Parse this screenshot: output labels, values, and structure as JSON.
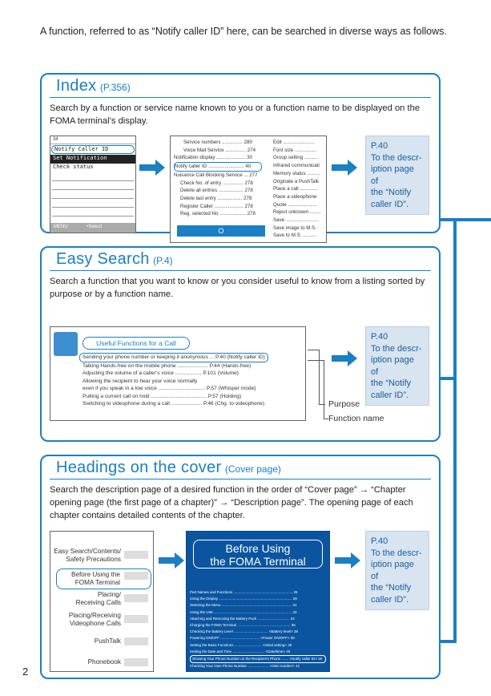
{
  "intro": "A function, referred to as “Notify caller ID” here, can be searched in diverse ways as follows.",
  "index": {
    "title": "Index",
    "page_ref": "(P.356)",
    "description": "Search by a function or service name known to you or a function name to be displayed on the FOMA terminal’s display.",
    "phone": {
      "status": "34",
      "lines": [
        "Notify Caller ID",
        "Set Notification",
        "Check status"
      ],
      "footer_left": "MENU",
      "footer_center": "•Select"
    },
    "list_left": [
      "Service numbers ............... 280",
      "Voice Mail Service ............... 274",
      "Notification display ..................... 30",
      "Notify caller ID .......................... 40",
      "Nuisance Call Blocking Service ... 277",
      "Check No. of entry ............... 278",
      "Delete all entries .................. 278",
      "Delete last entry .................. 278",
      "Register Caller ..................... 278",
      "Reg. selected No ................... 278"
    ],
    "list_right": [
      "Edit .......................",
      "Font size ................",
      "Group setting ..........",
      "Infrared communicati",
      "Memory status .........",
      "Originate a PushTalk",
      "Place a call .............",
      "Place a videophone",
      "Quote .....................",
      "Reject unknown ........",
      "Save ........................",
      "Save image to M.S.",
      "Save to M.S. .........."
    ],
    "ok": "O",
    "ref": [
      "P.40",
      "To the descr-",
      "iption page of",
      "the “Notify",
      "caller ID”."
    ]
  },
  "easy": {
    "title": "Easy Search",
    "page_ref": "(P.4)",
    "description": "Search a function that you want to know or you consider useful to know from a listing sorted by purpose or by a function name.",
    "panel_title": "Useful Functions for a Call",
    "rows": [
      "Sending your phone number or keeping it anonymous ... P.40 (Notify caller ID)",
      "Talking Hands-free on the mobile phone ..................... P.44 (Hands-free)",
      "Adjusting the volume of a caller’s voice .................. P.101 (Volume)",
      "Allowing the recipient to hear your voice normally",
      "even if you speak in a low voice ................................ P.57 (Whisper mode)",
      "Putting a current call on hold ...................................... P.57 (Holding)",
      "Switching to videophone during a call ..................... P.46 (Chg. to videophone)"
    ],
    "label_purpose": "Purpose",
    "label_function": "Function name",
    "ref": [
      "P.40",
      "To the descr-",
      "iption page of",
      "the “Notify",
      "caller ID”."
    ]
  },
  "cover": {
    "title": "Headings on the cover",
    "page_ref": "(Cover page)",
    "description": "Search the description page of a desired function in the order of “Cover page” → “Chapter opening page (the first page of a chapter)” → “Description page”. The opening page of each chapter contains detailed contents of the chapter.",
    "contents": [
      [
        "Easy Search/Contents/",
        "Safety Precautions"
      ],
      [
        "Before Using the",
        "FOMA Terminal"
      ],
      [
        "Placing/",
        "Receiving Calls"
      ],
      [
        "Placing/Receiving",
        "Videophone Calls"
      ],
      [
        "PushTalk"
      ],
      [
        "Phonebook"
      ]
    ],
    "chapter_title": [
      "Before Using",
      "the FOMA Terminal"
    ],
    "toc": [
      "Part Names and Functions ........................................................... 26",
      "Using the Display ......................................................................... 28",
      "Selecting the Menu ...................................................................... 31",
      "Using the UIM .............................................................................. 33",
      "Attaching and Removing the Battery Pack ................................ 34",
      "Charging the FOMA Terminal ..................................................... 36",
      "Checking the Battery Level .................................. <Battery level> 38",
      "Powering ON/OFF ....................................... <Power ON/OFF> 38",
      "Setting the Basic Functions ........................... <Initial setting> 39",
      "Setting the Date and Time ................................ <Date/time> 40",
      "Showing Your Phone Number on the Recipient's Phone ....... <Notify caller ID> 40",
      "Checking Your Own Phone Number ..................... <Own number> 41"
    ],
    "ref": [
      "P.40",
      "To the descr-",
      "iption page of",
      "the “Notify",
      "caller ID”."
    ]
  },
  "page_number": "2",
  "colors": {
    "accent": "#1a7fc4",
    "ref_bg": "#d8e4f0",
    "chapter_bg": "#0b55a0"
  }
}
